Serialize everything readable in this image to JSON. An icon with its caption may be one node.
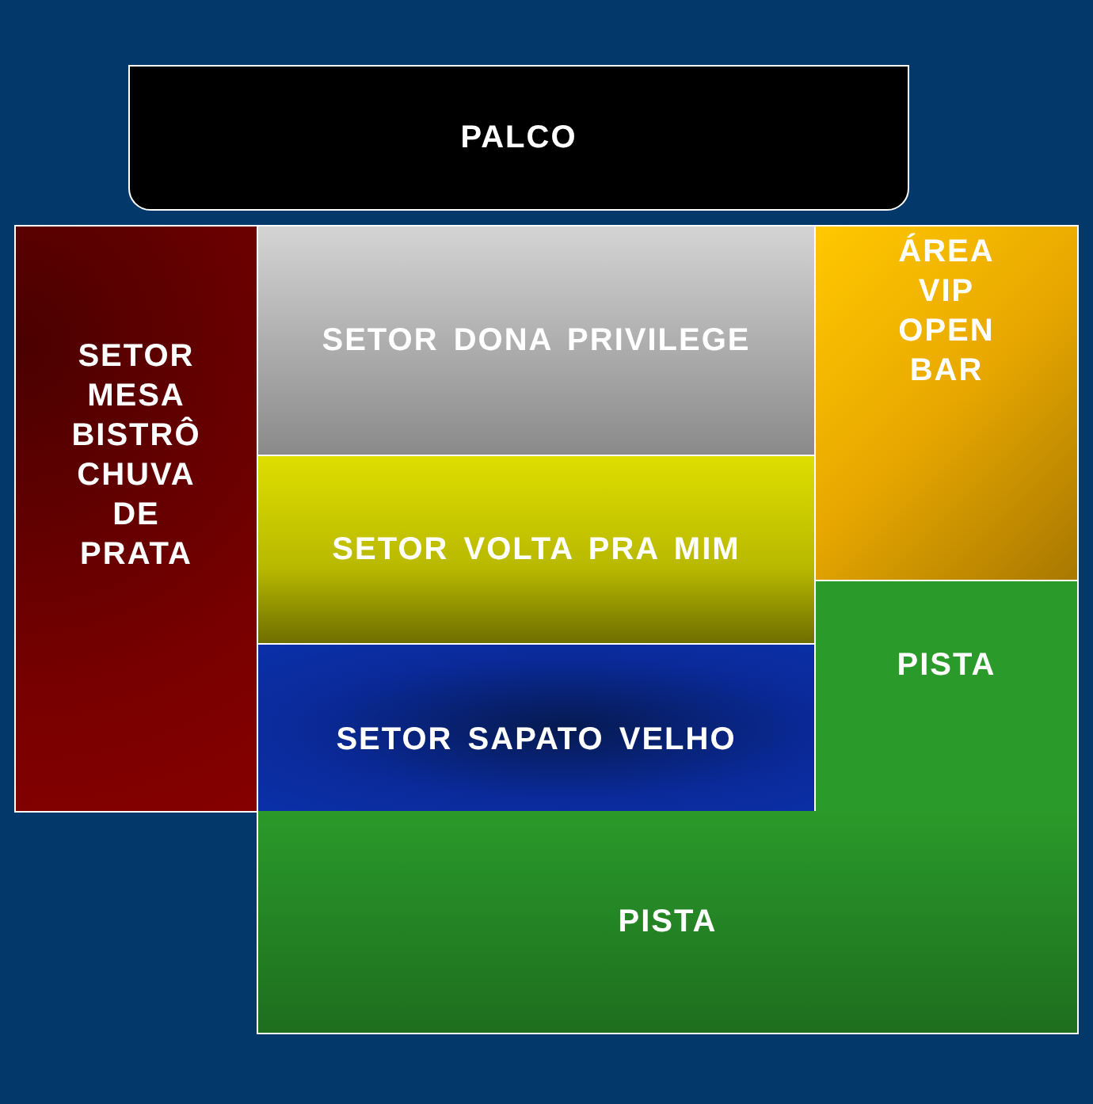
{
  "diagram": {
    "nodes": [
      {
        "text": [
          "PALCO"
        ]
      },
      {
        "text": [
          "SETOR MESA BISTRÔ CHUVA DE PRATA"
        ]
      },
      {
        "text": [
          "SETOR DONA PRIVILEGE"
        ]
      },
      {
        "text": [
          "ÁREA VIP OPEN BAR"
        ]
      },
      {
        "text": [
          "SETOR VOLTA PRA MIM"
        ]
      },
      {
        "text": [
          "PISTA"
        ]
      },
      {
        "text": [
          "SETOR SAPATO VELHO"
        ]
      },
      {
        "text": [
          "PISTA"
        ]
      }
    ],
    "edges": []
  }
}
